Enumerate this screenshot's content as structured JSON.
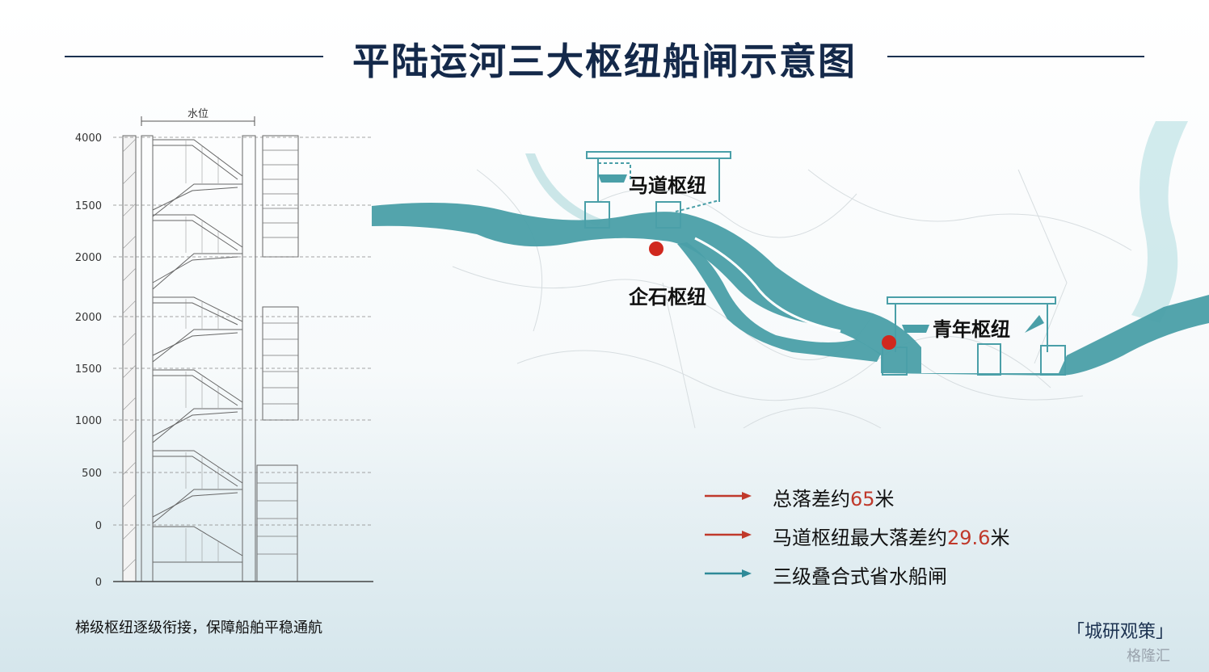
{
  "title": "平陆运河三大枢纽船闸示意图",
  "ladder": {
    "header_label": "水位",
    "ticks": [
      "4000",
      "1500",
      "2000",
      "2000",
      "1500",
      "1000",
      "500",
      "0",
      "0"
    ]
  },
  "caption_left": "梯级枢纽逐级衔接，保障船舶平稳通航",
  "map_labels": {
    "madao": "马道枢纽",
    "qishi": "企石枢纽",
    "qingnian": "青年枢纽"
  },
  "legend": [
    {
      "prefix": "总落差约",
      "highlight": "65",
      "suffix": "米",
      "color": "#c0392b"
    },
    {
      "prefix": "马道枢纽最大落差约",
      "highlight": "29.6",
      "suffix": "米",
      "color": "#c0392b"
    },
    {
      "prefix": "三级叠合式省水船闸",
      "highlight": "",
      "suffix": "",
      "color": "#2f8a98"
    }
  ],
  "source": "「城研观策」",
  "watermark": "格隆汇",
  "colors": {
    "river": "#4a9fa8",
    "marker": "#d0281e",
    "title": "#14294a"
  }
}
